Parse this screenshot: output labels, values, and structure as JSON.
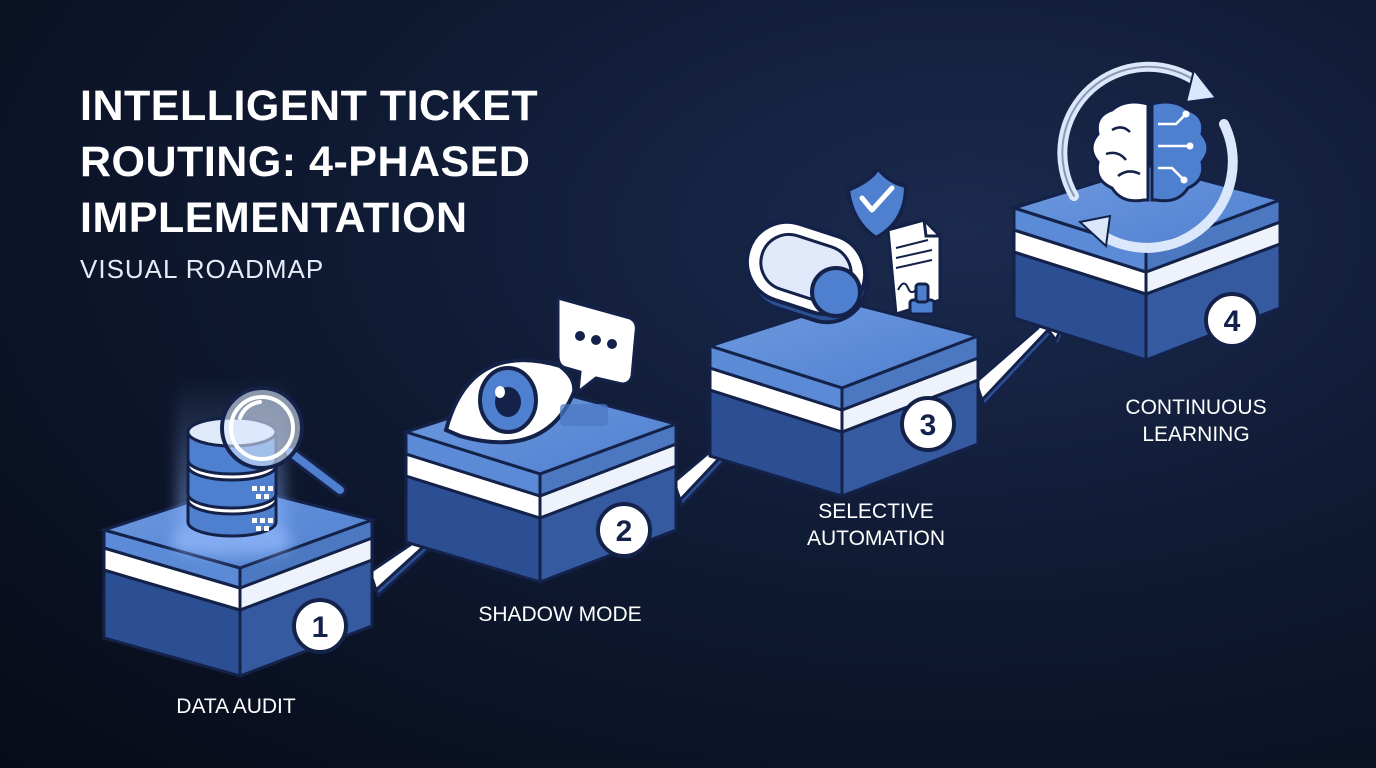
{
  "header": {
    "title": "INTELLIGENT TICKET\nROUTING: 4-PHASED\nIMPLEMENTATION",
    "subtitle": "VISUAL ROADMAP"
  },
  "phases": [
    {
      "number": "1",
      "label": "DATA AUDIT",
      "icon": "database-magnifier-icon"
    },
    {
      "number": "2",
      "label": "SHADOW MODE",
      "icon": "eye-chat-icon"
    },
    {
      "number": "3",
      "label": "SELECTIVE\nAUTOMATION",
      "icon": "toggle-shield-document-icon"
    },
    {
      "number": "4",
      "label": "CONTINUOUS\nLEARNING",
      "icon": "brain-cycle-icon"
    }
  ],
  "colors": {
    "background": "#0f1a33",
    "block_top": "#5b8ad6",
    "block_side": "#2c4f93",
    "block_stripe": "#ffffff",
    "outline": "#14224a",
    "accent": "#a9c4f2"
  }
}
